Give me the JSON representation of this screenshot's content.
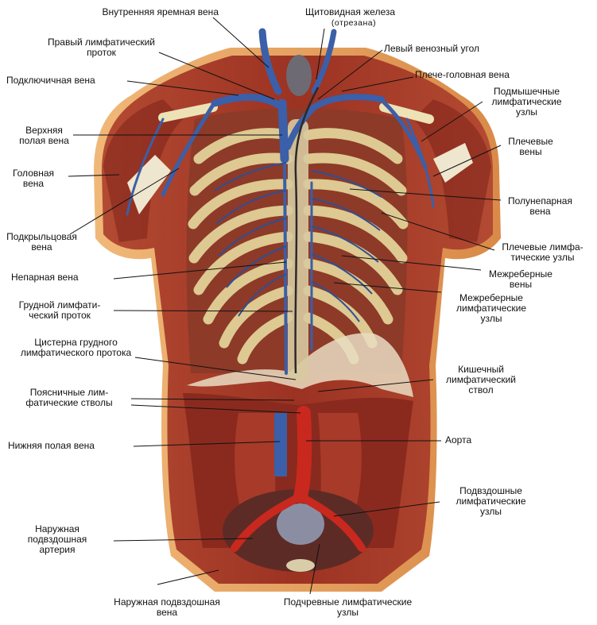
{
  "labels": {
    "internal_jugular_vein": "Внутренняя яремная вена",
    "right_lymphatic_duct": "Правый лимфатический\nпроток",
    "subclavian_vein": "Подключичная вена",
    "superior_vena_cava": "Верхняя\nполая вена",
    "cephalic_vein": "Головная\nвена",
    "axillary_vein": "Подкрыльцовая\nвена",
    "azygos_vein": "Непарная вена",
    "thoracic_duct": "Грудной лимфати-\nческий проток",
    "cisterna_chyli": "Цистерна грудного\nлимфатического протока",
    "lumbar_trunks": "Поясничные лим-\nфатические стволы",
    "inferior_vena_cava": "Нижняя полая вена",
    "external_iliac_artery": "Наружная\nподвздошная\nартерия",
    "external_iliac_vein": "Наружная подвздошная\nвена",
    "hypogastric_nodes": "Подчревные лимфатические\nузлы",
    "thyroid_gland": "Щитовидная железа",
    "thyroid_note": "(отрезана)",
    "left_venous_angle": "Левый венозный угол",
    "brachiocephalic_vein": "Плече-головная вена",
    "axillary_nodes": "Подмышечные\nлимфатические\nузлы",
    "brachial_veins": "Плечевые\nвены",
    "hemiazygos_vein": "Полунепарная\nвена",
    "brachial_nodes": "Плечевые лимфа-\nтические узлы",
    "intercostal_veins": "Межреберные\nвены",
    "intercostal_nodes": "Межреберные\nлимфатические\nузлы",
    "intestinal_trunk": "Кишечный\nлимфатический\nствол",
    "aorta": "Аорта",
    "iliac_nodes": "Подвздошные\nлимфатические\nузлы"
  },
  "colors": {
    "skin": "#e9a35c",
    "muscle": "#a8382a",
    "muscle_dark": "#7e2219",
    "rib": "#e6dca2",
    "vein": "#3b5fa8",
    "lymph": "#2a2a2a",
    "artery": "#c8281e",
    "leader": "#111111"
  }
}
